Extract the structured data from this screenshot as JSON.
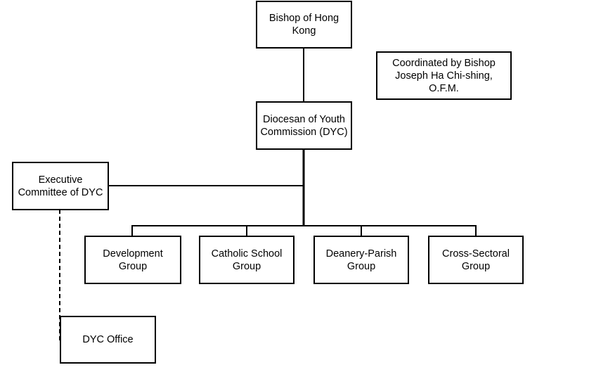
{
  "colors": {
    "line": "#000000",
    "box_border": "#000000",
    "box_fill": "#ffffff",
    "text": "#000000"
  },
  "nodes": {
    "bishop": {
      "label": "Bishop of Hong\nKong"
    },
    "note": {
      "label": "Coordinated by Bishop\nJoseph Ha Chi-shing, O.F.M."
    },
    "dyc": {
      "label": "Diocesan of Youth\nCommission (DYC)"
    },
    "executive": {
      "label": "Executive\nCommittee of DYC"
    },
    "development": {
      "label": "Development\nGroup"
    },
    "catholic_school": {
      "label": "Catholic School\nGroup"
    },
    "deanery_parish": {
      "label": "Deanery-Parish\nGroup"
    },
    "cross_sectoral": {
      "label": "Cross-Sectoral\nGroup"
    },
    "office": {
      "label": "DYC Office"
    }
  }
}
